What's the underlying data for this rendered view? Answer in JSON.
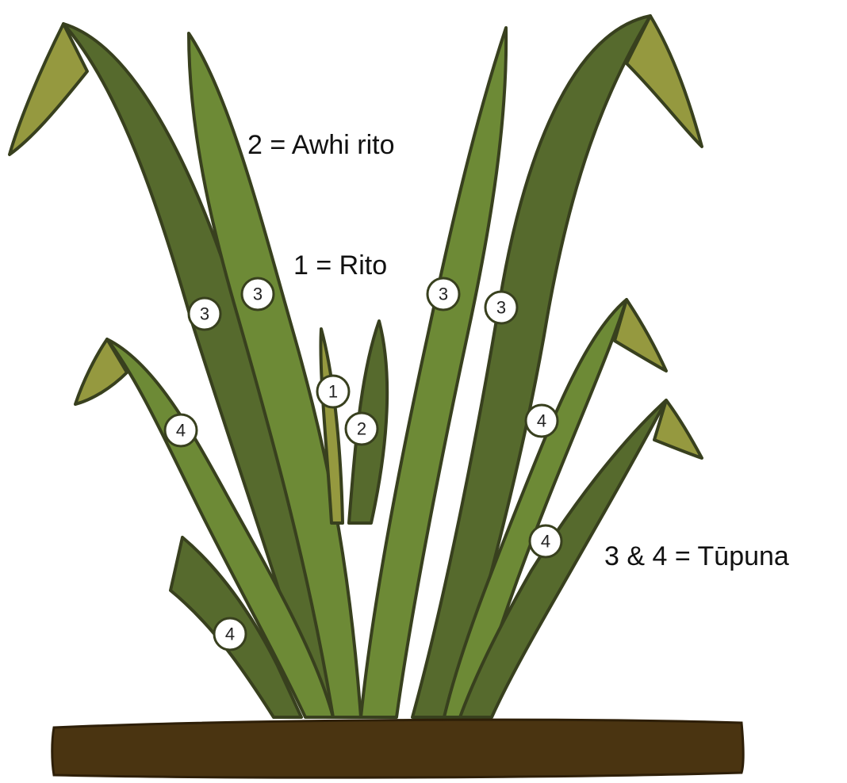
{
  "labels": {
    "awhi_rito": "2 = Awhi rito",
    "rito": "1 = Rito",
    "tupuna": "3 & 4 = Tūpuna"
  },
  "badges": [
    "3",
    "3",
    "3",
    "3",
    "1",
    "2",
    "4",
    "4",
    "4",
    "4"
  ],
  "colors": {
    "leaf_dark": "#566a2d",
    "leaf_mid": "#6d8a36",
    "leaf_tip": "#95993f",
    "outline": "#38401e",
    "soil": "#4a3411"
  }
}
